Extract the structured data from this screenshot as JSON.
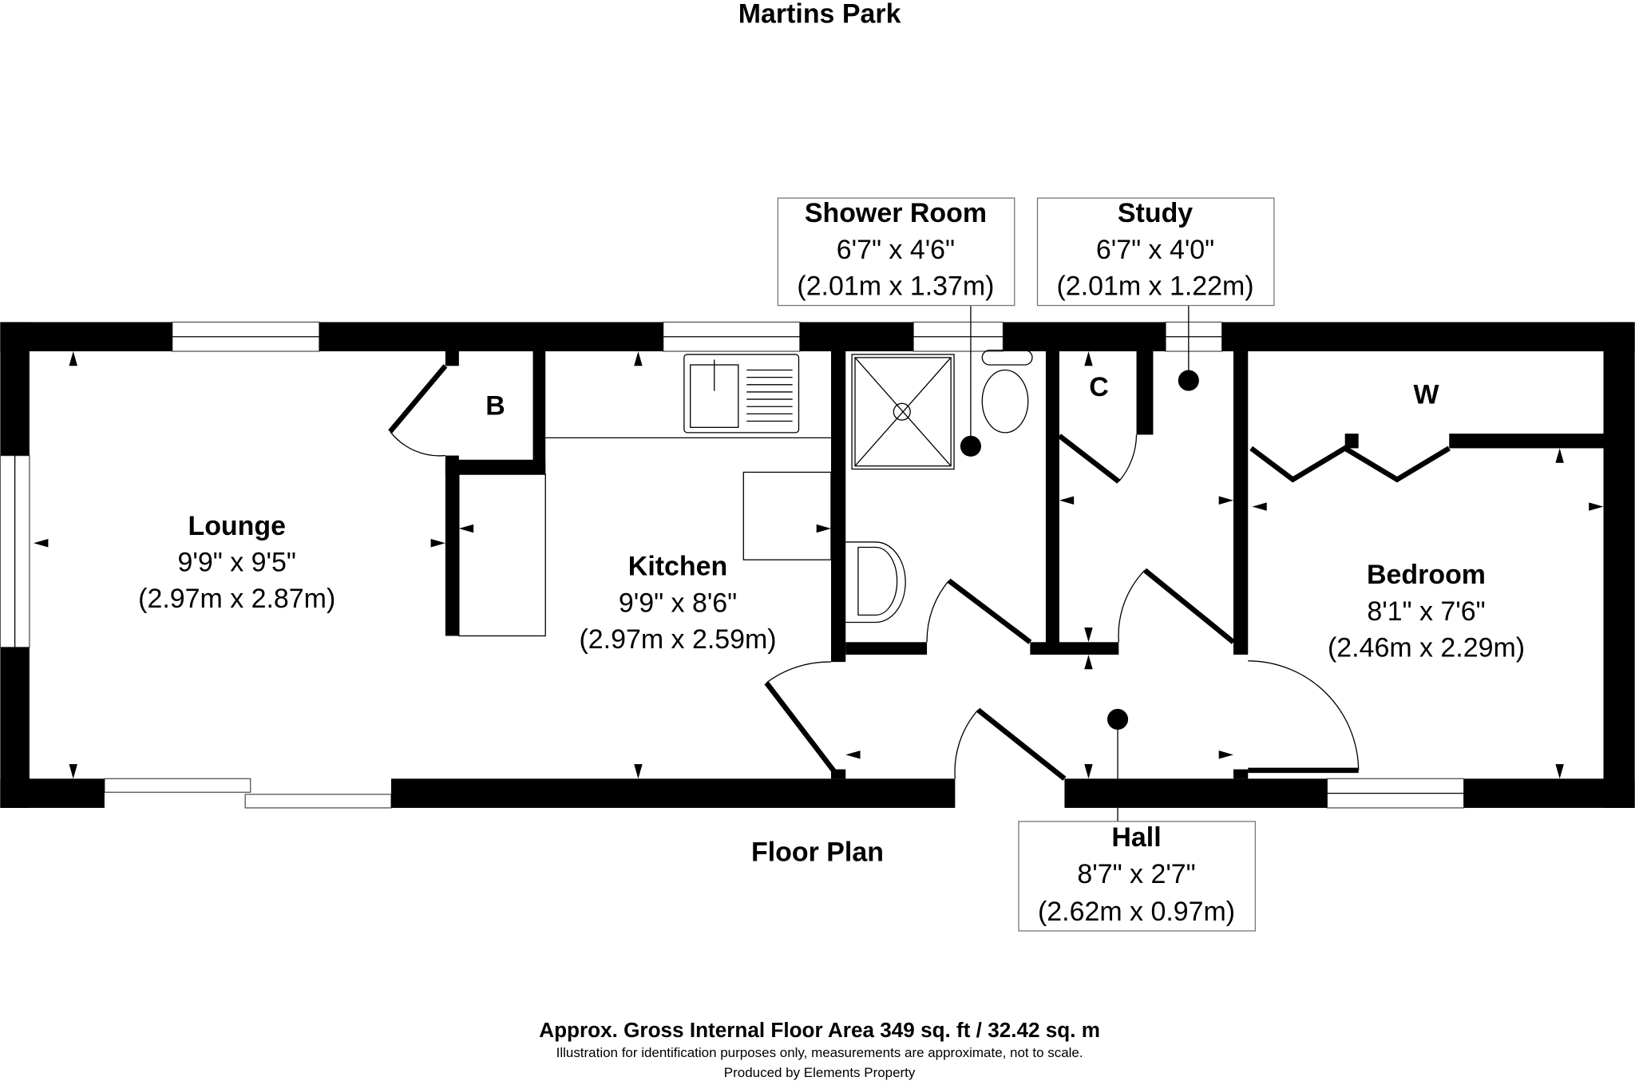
{
  "title": "Martins Park",
  "plan_label": "Floor Plan",
  "rooms": {
    "lounge": {
      "name": "Lounge",
      "imperial": "9'9\" x 9'5\"",
      "metric": "(2.97m x 2.87m)"
    },
    "kitchen": {
      "name": "Kitchen",
      "imperial": "9'9\" x 8'6\"",
      "metric": "(2.97m x 2.59m)"
    },
    "shower": {
      "name": "Shower Room",
      "imperial": "6'7\" x 4'6\"",
      "metric": "(2.01m x 1.37m)"
    },
    "study": {
      "name": "Study",
      "imperial": "6'7\" x 4'0\"",
      "metric": "(2.01m x 1.22m)"
    },
    "bedroom": {
      "name": "Bedroom",
      "imperial": "8'1\" x 7'6\"",
      "metric": "(2.46m x 2.29m)"
    },
    "hall": {
      "name": "Hall",
      "imperial": "8'7\" x 2'7\"",
      "metric": "(2.62m x 0.97m)"
    }
  },
  "markers": {
    "boiler": "B",
    "cupboard": "C",
    "wardrobe": "W"
  },
  "footer": {
    "area": "Approx. Gross Internal Floor Area 349 sq. ft / 32.42 sq. m",
    "disclaimer": "Illustration for identification purposes only, measurements are approximate, not to scale.",
    "credit": "Produced by Elements Property"
  }
}
